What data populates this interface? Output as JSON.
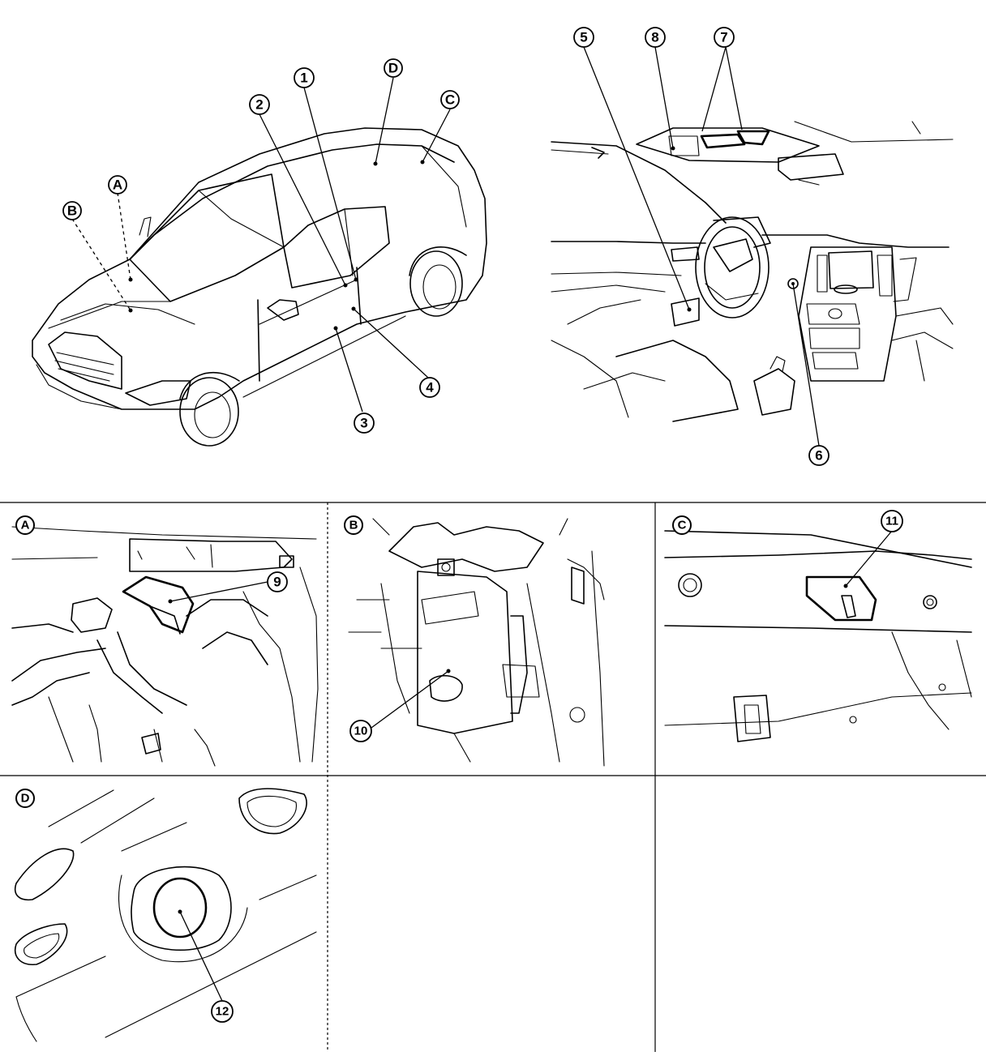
{
  "callouts": {
    "c1": "1",
    "c2": "2",
    "c3": "3",
    "c4": "4",
    "c5": "5",
    "c6": "6",
    "c7": "7",
    "c8": "8",
    "c9": "9",
    "c10": "10",
    "c11": "11",
    "c12": "12"
  },
  "views": {
    "A": "A",
    "B": "B",
    "C": "C",
    "D": "D"
  }
}
